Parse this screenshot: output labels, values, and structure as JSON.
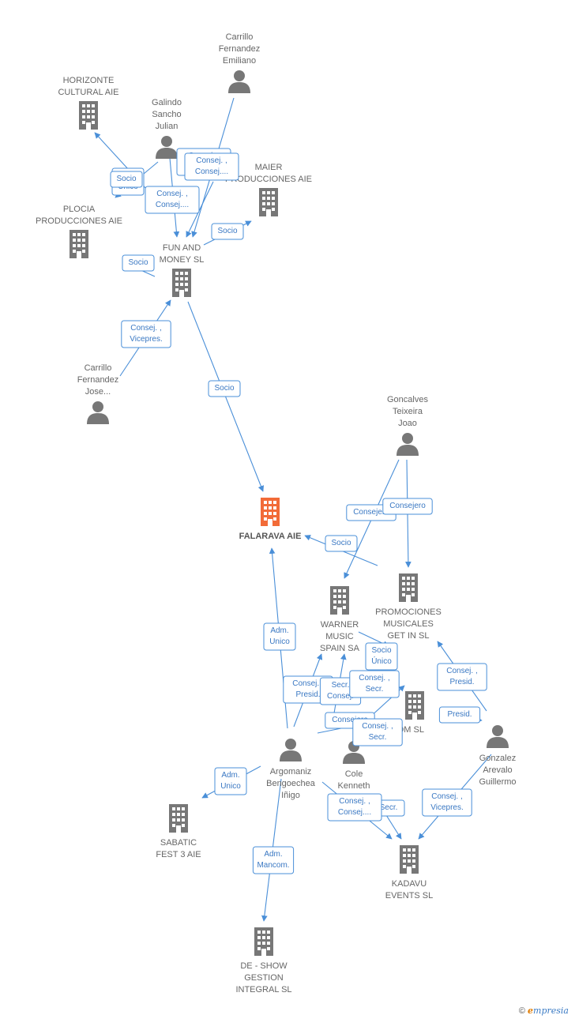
{
  "colors": {
    "edge": "#4a8fd8",
    "node": "#777777",
    "highlight": "#f26b38"
  },
  "nodes": [
    {
      "id": "carrillo_emiliano",
      "type": "person",
      "lines": [
        "Carrillo",
        "Fernandez",
        "Emiliano"
      ]
    },
    {
      "id": "horizonte",
      "type": "company",
      "lines": [
        "HORIZONTE",
        "CULTURAL AIE"
      ]
    },
    {
      "id": "galindo",
      "type": "person",
      "lines": [
        "Galindo",
        "Sancho",
        "Julian"
      ]
    },
    {
      "id": "maier",
      "type": "company",
      "lines": [
        "MAIER",
        "PRODUCCIONES AIE"
      ]
    },
    {
      "id": "plocia",
      "type": "company",
      "lines": [
        "PLOCIA",
        "PRODUCCIONES AIE"
      ]
    },
    {
      "id": "funmoney",
      "type": "company",
      "lines": [
        "FUN AND",
        "MONEY  SL"
      ]
    },
    {
      "id": "carrillo_jose",
      "type": "person",
      "lines": [
        "Carrillo",
        "Fernandez",
        "Jose..."
      ]
    },
    {
      "id": "goncalves",
      "type": "person",
      "lines": [
        "Goncalves",
        "Teixeira",
        "Joao"
      ]
    },
    {
      "id": "falarava",
      "type": "company",
      "main": true,
      "lines": [
        "FALARAVA AIE"
      ]
    },
    {
      "id": "warner",
      "type": "company",
      "lines": [
        "WARNER",
        "MUSIC",
        "SPAIN SA"
      ]
    },
    {
      "id": "promociones",
      "type": "company",
      "lines": [
        "PROMOCIONES",
        "MUSICALES",
        "GET IN SL"
      ]
    },
    {
      "id": "viscom",
      "type": "company",
      "lines": [
        "VISCOM SL"
      ]
    },
    {
      "id": "gonzalez",
      "type": "person",
      "lines": [
        "Gonzalez",
        "Arevalo",
        "Guillermo"
      ]
    },
    {
      "id": "argomaniz",
      "type": "person",
      "lines": [
        "Argomaniz",
        "Bengoechea",
        "Iñigo"
      ]
    },
    {
      "id": "cole",
      "type": "person",
      "lines": [
        "Cole",
        "Kenneth"
      ]
    },
    {
      "id": "sabatic",
      "type": "company",
      "lines": [
        "SABATIC",
        "FEST 3 AIE"
      ]
    },
    {
      "id": "kadavu",
      "type": "company",
      "lines": [
        "KADAVU",
        "EVENTS SL"
      ]
    },
    {
      "id": "deshow",
      "type": "company",
      "lines": [
        "DE -  SHOW",
        "GESTION",
        "INTEGRAL SL"
      ]
    }
  ],
  "edges": [
    {
      "lines": [
        "Socio",
        "Único"
      ]
    },
    {
      "lines": [
        "Consej. ,",
        "Consej...."
      ]
    },
    {
      "lines": [
        "Consej. ,",
        "Consej...."
      ]
    },
    {
      "lines": [
        "Socio"
      ]
    },
    {
      "lines": [
        "Consej. ,",
        "Consej...."
      ]
    },
    {
      "lines": [
        "Socio"
      ]
    },
    {
      "lines": [
        "Socio"
      ]
    },
    {
      "lines": [
        "Consej. ,",
        "Vicepres."
      ]
    },
    {
      "lines": [
        "Socio"
      ]
    },
    {
      "lines": [
        "Consejero"
      ]
    },
    {
      "lines": [
        "Consejero"
      ]
    },
    {
      "lines": [
        "Socio"
      ]
    },
    {
      "lines": [
        "Adm.",
        "Unico"
      ]
    },
    {
      "lines": [
        "Socio",
        "Único"
      ]
    },
    {
      "lines": [
        "Consej. ,",
        "Presid."
      ]
    },
    {
      "lines": [
        "Secr.",
        "Consej."
      ]
    },
    {
      "lines": [
        "Consej. ,",
        "Secr."
      ]
    },
    {
      "lines": [
        "Consej. ,",
        "Presid."
      ]
    },
    {
      "lines": [
        "Presid."
      ]
    },
    {
      "lines": [
        "Consejero"
      ]
    },
    {
      "lines": [
        "Consej. ,",
        "Secr."
      ]
    },
    {
      "lines": [
        "Adm.",
        "Unico"
      ]
    },
    {
      "lines": [
        "Secr."
      ]
    },
    {
      "lines": [
        "Consej. ,",
        "Consej...."
      ]
    },
    {
      "lines": [
        "Consej. ,",
        "Vicepres."
      ]
    },
    {
      "lines": [
        "Adm.",
        "Mancom."
      ]
    }
  ],
  "footer": {
    "copyright": "©",
    "brand_e": "e",
    "brand_rest": "mpresia"
  }
}
